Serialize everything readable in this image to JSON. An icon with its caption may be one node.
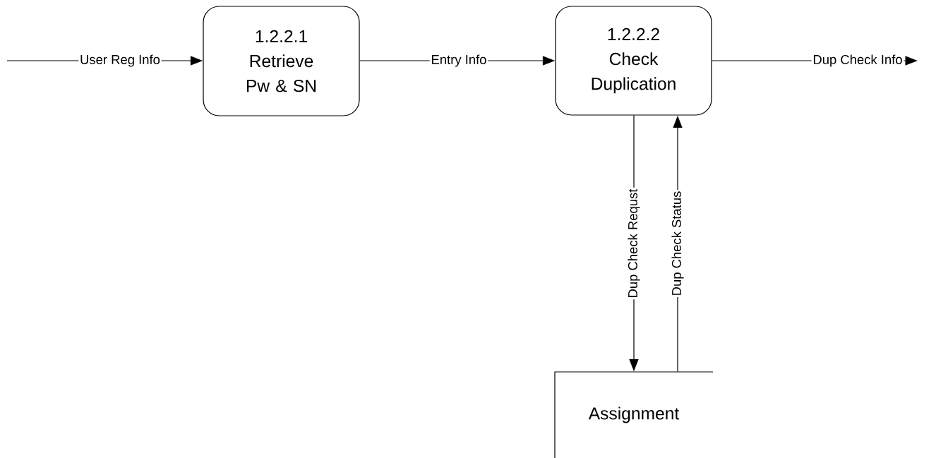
{
  "diagram": {
    "nodes": [
      {
        "text": [
          "1.2.2.1",
          "Retrieve Pw & SN"
        ]
      },
      {
        "text": [
          "1.2.2.2",
          "Check Duplication"
        ]
      },
      {
        "text": [
          "Assignment"
        ]
      }
    ],
    "edges": [
      {
        "from": null,
        "to": 0,
        "arrow": "to",
        "label": "User Reg Info"
      },
      {
        "from": 0,
        "to": 1,
        "arrow": "to",
        "label": "Entry Info"
      },
      {
        "from": 1,
        "to": null,
        "arrow": "to",
        "label": "Dup Check Info"
      },
      {
        "from": 1,
        "to": 2,
        "arrow": "to",
        "label": "Dup Check Requst"
      },
      {
        "from": 2,
        "to": 1,
        "arrow": "to",
        "label": "Dup Check Status"
      }
    ]
  }
}
